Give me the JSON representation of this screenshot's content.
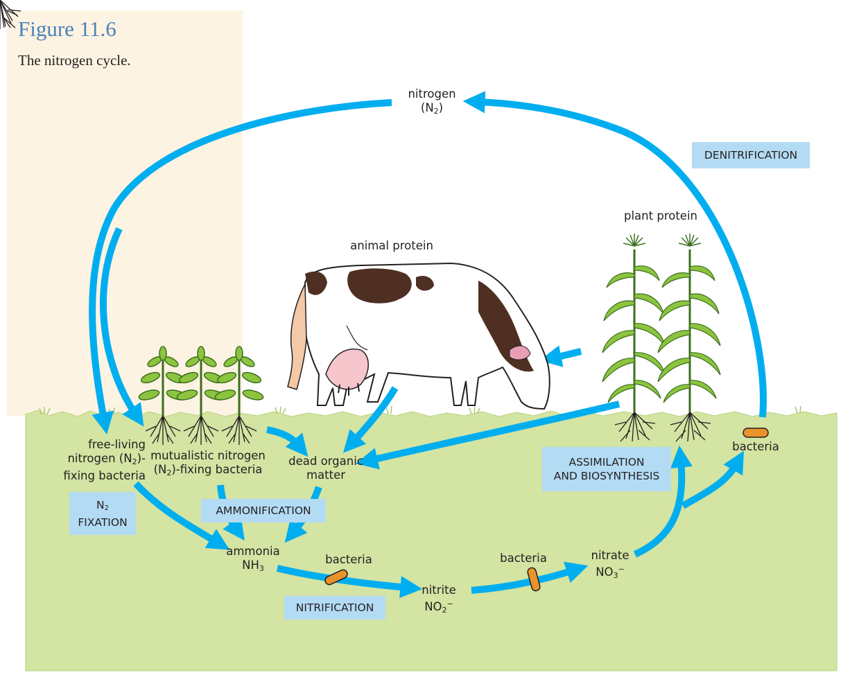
{
  "figure": {
    "title": "Figure 11.6",
    "caption": "The nitrogen cycle."
  },
  "nodes": {
    "nitrogen": {
      "name": "nitrogen",
      "formula": "N",
      "sub": "2"
    },
    "animal_protein": "animal protein",
    "plant_protein": "plant protein",
    "free_living": {
      "line1": "free-living",
      "line2a": "nitrogen (N",
      "line2sub": "2",
      "line2b": ")-",
      "line3": "fixing bacteria"
    },
    "mutualistic": {
      "line1": "mutualistic nitrogen",
      "line2a": "(N",
      "line2sub": "2",
      "line2b": ")-fixing bacteria"
    },
    "dead_organic": {
      "line1": "dead organic",
      "line2": "matter"
    },
    "ammonia": {
      "name": "ammonia",
      "formula": "NH",
      "sub": "3"
    },
    "nitrite": {
      "name": "nitrite",
      "formula": "NO",
      "sub": "2",
      "sup": "−"
    },
    "nitrate": {
      "name": "nitrate",
      "formula": "NO",
      "sub": "3",
      "sup": "−"
    },
    "bacteria_nitrite": "bacteria",
    "bacteria_nitrate": "bacteria",
    "bacteria_denitrification": "bacteria"
  },
  "processes": {
    "denitrification": "DENITRIFICATION",
    "assimilation": {
      "line1": "ASSIMILATION",
      "line2": "AND BIOSYNTHESIS"
    },
    "n2_fixation": {
      "line1a": "N",
      "line1sub": "2",
      "line2": "FIXATION"
    },
    "ammonification": "AMMONIFICATION",
    "nitrification": "NITRIFICATION"
  },
  "colors": {
    "arrow": "#00aeef",
    "ground": "#d3e4a3",
    "ground_edge": "#b9d27e",
    "caption_panel": "#fdf3e2",
    "process_box": "#b3dbf4",
    "bacteria": "#e8932c",
    "plant_leaf": "#8cc43f",
    "plant_stroke": "#3b6e1f"
  }
}
